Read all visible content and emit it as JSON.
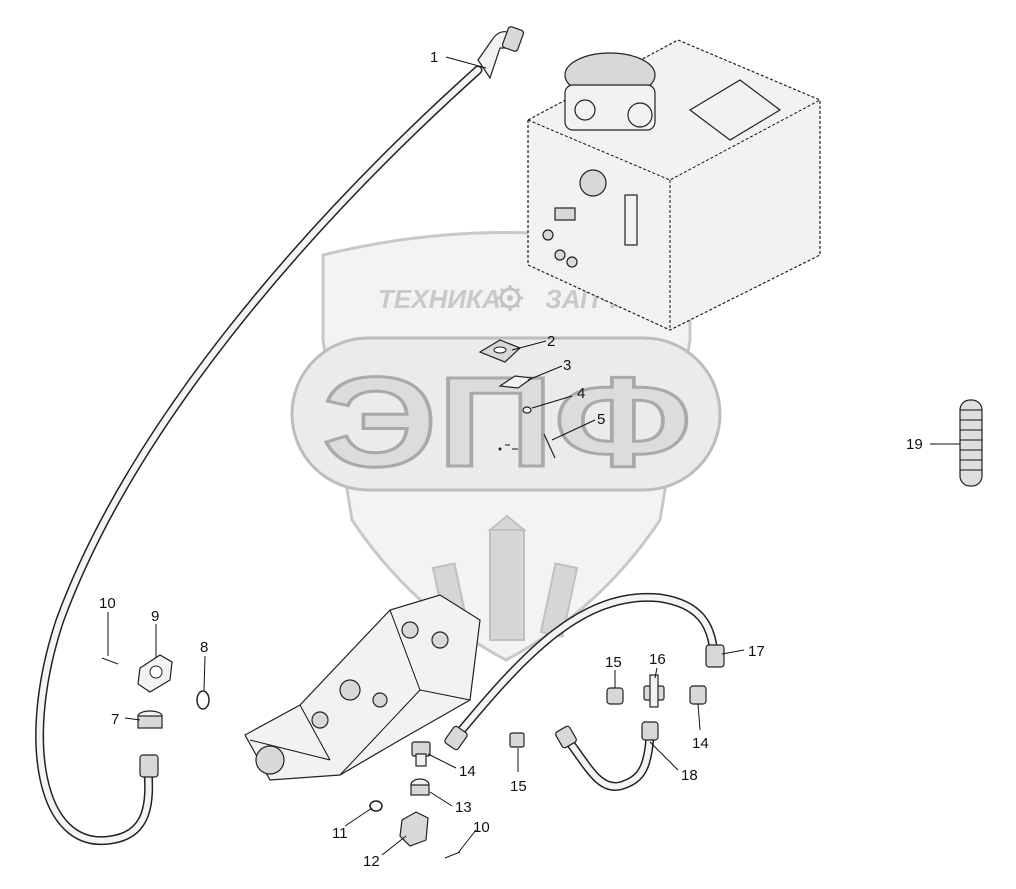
{
  "watermark": {
    "top_text_left": "ТЕХНИКА",
    "top_text_right": "ЗАПЧАСТИ",
    "big_text": "ЭПФ",
    "gear_icon": "gear-icon",
    "wheat_icon": "wheat-icon"
  },
  "callouts": {
    "c1": "1",
    "c2": "2",
    "c3": "3",
    "c4": "4",
    "c5": "5",
    "c7": "7",
    "c8": "8",
    "c9": "9",
    "c10a": "10",
    "c10b": "10",
    "c11": "11",
    "c12": "12",
    "c13": "13",
    "c14a": "14",
    "c14b": "14",
    "c15a": "15",
    "c15b": "15",
    "c16": "16",
    "c17": "17",
    "c18": "18",
    "c19": "19"
  },
  "colors": {
    "line": "#111111",
    "watermark": "#c9c9c9",
    "background": "#ffffff"
  }
}
